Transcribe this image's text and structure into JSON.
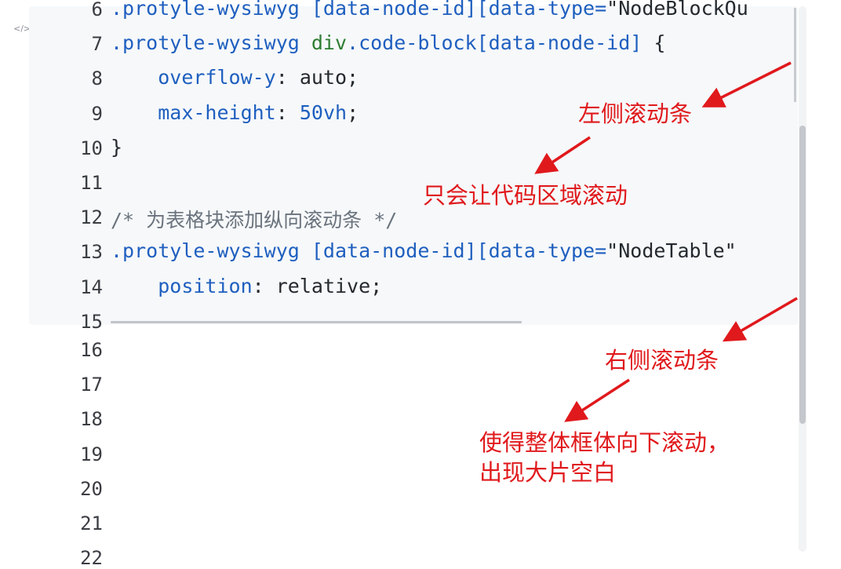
{
  "editor": {
    "code_icon": "</>",
    "lines": [
      {
        "no": "6",
        "segments": [
          {
            "cls": "tok-sel",
            "text": ".protyle-wysiwyg "
          },
          {
            "cls": "tok-sel",
            "text": "[data-node-id][data-type="
          },
          {
            "cls": "tok-str",
            "text": "\"NodeBlockQu"
          }
        ]
      },
      {
        "no": "7",
        "segments": [
          {
            "cls": "tok-sel",
            "text": ".protyle-wysiwyg "
          },
          {
            "cls": "tok-tag",
            "text": "div"
          },
          {
            "cls": "tok-sel",
            "text": ".code-block[data-node-id] "
          },
          {
            "cls": "tok-plain",
            "text": "{"
          }
        ]
      },
      {
        "no": "8",
        "segments": [
          {
            "cls": "tok-plain",
            "text": "    "
          },
          {
            "cls": "tok-prop",
            "text": "overflow-y"
          },
          {
            "cls": "tok-plain",
            "text": ": auto;"
          }
        ]
      },
      {
        "no": "9",
        "segments": [
          {
            "cls": "tok-plain",
            "text": "    "
          },
          {
            "cls": "tok-prop",
            "text": "max-height"
          },
          {
            "cls": "tok-plain",
            "text": ": "
          },
          {
            "cls": "tok-num",
            "text": "50vh"
          },
          {
            "cls": "tok-plain",
            "text": ";"
          }
        ]
      },
      {
        "no": "10",
        "segments": [
          {
            "cls": "tok-plain",
            "text": "}"
          }
        ]
      },
      {
        "no": "11",
        "segments": []
      },
      {
        "no": "12",
        "segments": [
          {
            "cls": "tok-comment",
            "text": "/* 为表格块添加纵向滚动条 */"
          }
        ]
      },
      {
        "no": "13",
        "segments": [
          {
            "cls": "tok-sel",
            "text": ".protyle-wysiwyg "
          },
          {
            "cls": "tok-sel",
            "text": "[data-node-id][data-type="
          },
          {
            "cls": "tok-str",
            "text": "\"NodeTable\""
          }
        ]
      },
      {
        "no": "14",
        "segments": [
          {
            "cls": "tok-plain",
            "text": "    "
          },
          {
            "cls": "tok-prop",
            "text": "position"
          },
          {
            "cls": "tok-plain",
            "text": ": relative;"
          }
        ]
      },
      {
        "no": "15",
        "segments": []
      }
    ],
    "outer_line_numbers": [
      "16",
      "17",
      "18",
      "19",
      "20",
      "21",
      "22"
    ]
  },
  "annotations": {
    "left_scrollbar": "左侧滚动条",
    "only_code_scroll": "只会让代码区域滚动",
    "right_scrollbar": "右侧滚动条",
    "whole_frame_scroll_line1": "使得整体框体向下滚动，",
    "whole_frame_scroll_line2": "出现大片空白"
  },
  "colors": {
    "annotation": "#e0191c",
    "code_background": "#f6f8fa"
  }
}
